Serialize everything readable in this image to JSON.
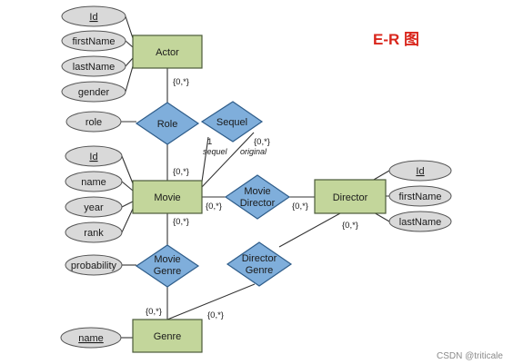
{
  "title": "E-R 图",
  "watermark": "CSDN @triticale",
  "colors": {
    "entity_fill": "#c3d69b",
    "relationship_fill": "#7faedb",
    "attribute_fill": "#d9d9d9",
    "title": "#d9261c"
  },
  "entities": {
    "actor": "Actor",
    "movie": "Movie",
    "director": "Director",
    "genre": "Genre"
  },
  "relationships": {
    "role": "Role",
    "sequel": "Sequel",
    "movie_director": [
      "Movie",
      "Director"
    ],
    "movie_genre": [
      "Movie",
      "Genre"
    ],
    "director_genre": [
      "Director",
      "Genre"
    ]
  },
  "attributes": {
    "actor": [
      "Id",
      "firstName",
      "lastName",
      "gender"
    ],
    "role": "role",
    "movie": [
      "Id",
      "name",
      "year",
      "rank"
    ],
    "probability": "probability",
    "director": [
      "Id",
      "firstName",
      "lastName"
    ],
    "genre": "name"
  },
  "cardinalities": {
    "actor_role": "{0,*}",
    "movie_role": "{0,*}",
    "movie_moviedirector": "{0,*}",
    "director_moviedirector": "{0,*}",
    "director_directorgenre": "{0,*}",
    "movie_moviegenre": "{0,*}",
    "genre_moviegenre": "{0,*}",
    "genre_directorgenre": "{0,*}",
    "sequel_one": "1",
    "sequel_many": "{0,*}"
  },
  "sequel_roles": {
    "sequel": "sequel",
    "original": "original"
  }
}
